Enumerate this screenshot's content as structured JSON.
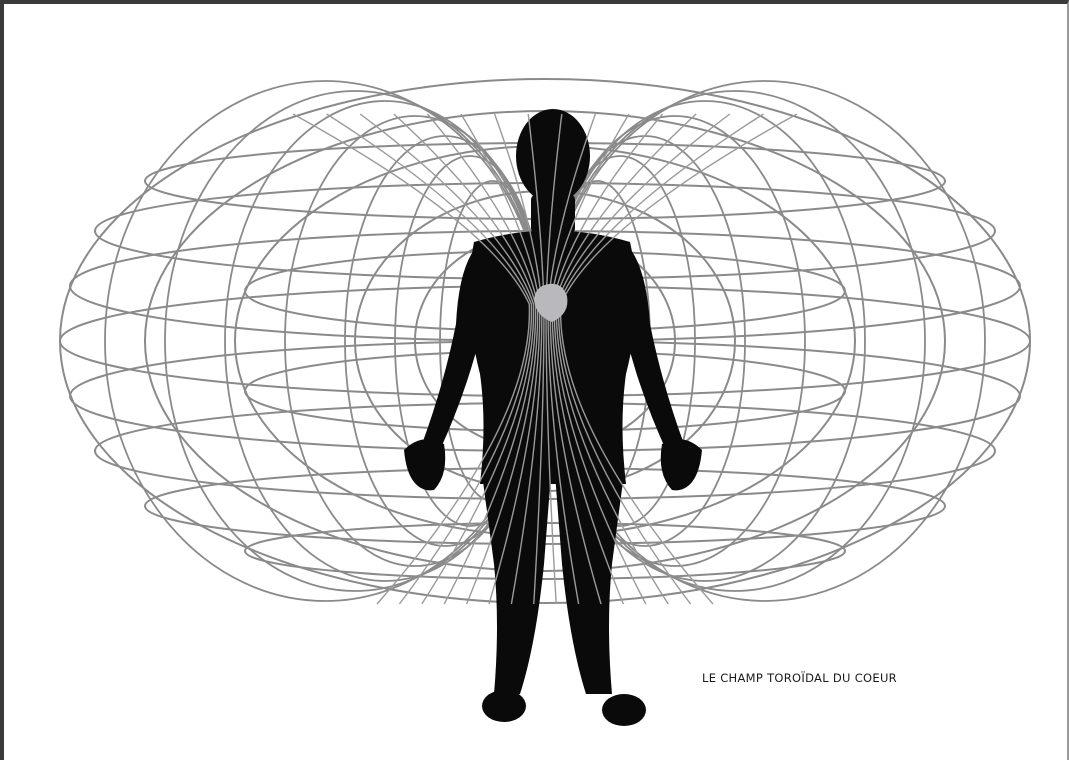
{
  "caption": "LE CHAMP TOROÏDAL DU COEUR",
  "colors": {
    "background": "#ffffff",
    "field_lines": "#8a8a8a",
    "silhouette": "#0a0a0a",
    "heart": "#b9b9bd",
    "frame": "#3a3a3a"
  },
  "icons": [
    "human-silhouette",
    "heart-icon",
    "toroidal-field"
  ]
}
